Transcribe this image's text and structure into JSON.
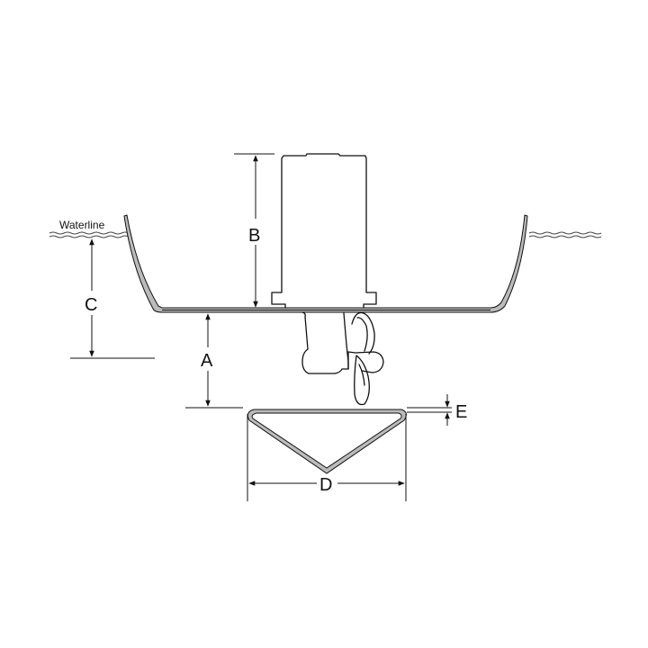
{
  "diagram": {
    "waterline_label": "Waterline",
    "dimensions": {
      "a": "A",
      "b": "B",
      "c": "C",
      "d": "D",
      "e": "E"
    }
  }
}
